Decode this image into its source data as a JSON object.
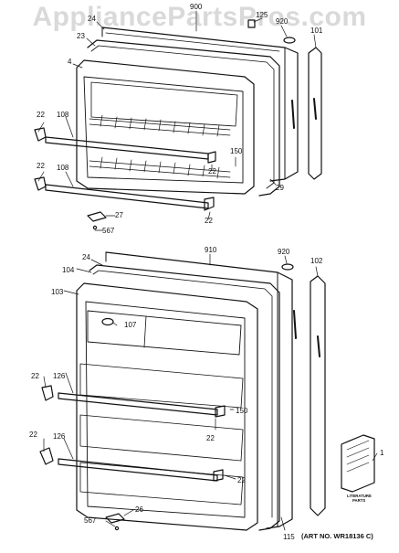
{
  "watermark": "AppliancePartsPros.com",
  "colors": {
    "ink": "#111111",
    "paper": "#ffffff",
    "watermark": "#8a8a8a"
  },
  "caption": "(ART NO. WR18136 C)",
  "literature_label_line1": "LITERATURE",
  "literature_label_line2": "PARTS",
  "callouts": {
    "top_24": "24",
    "top_900": "900",
    "top_125": "125",
    "top_920": "920",
    "top_101": "101",
    "top_23": "23",
    "top_4": "4",
    "top_22a": "22",
    "top_108a": "108",
    "top_22b": "22",
    "top_108b": "108",
    "top_150": "150",
    "top_22c": "22",
    "top_29": "29",
    "top_22d": "22",
    "top_27": "27",
    "top_567": "567",
    "bot_910": "910",
    "bot_920": "920",
    "bot_102": "102",
    "bot_24": "24",
    "bot_104": "104",
    "bot_103": "103",
    "bot_107": "107",
    "bot_22a": "22",
    "bot_126a": "126",
    "bot_150": "150",
    "bot_22b": "22",
    "bot_22c": "22",
    "bot_126b": "126",
    "bot_1": "1",
    "bot_22d": "22",
    "bot_115": "115",
    "bot_26": "26",
    "bot_567": "567"
  }
}
